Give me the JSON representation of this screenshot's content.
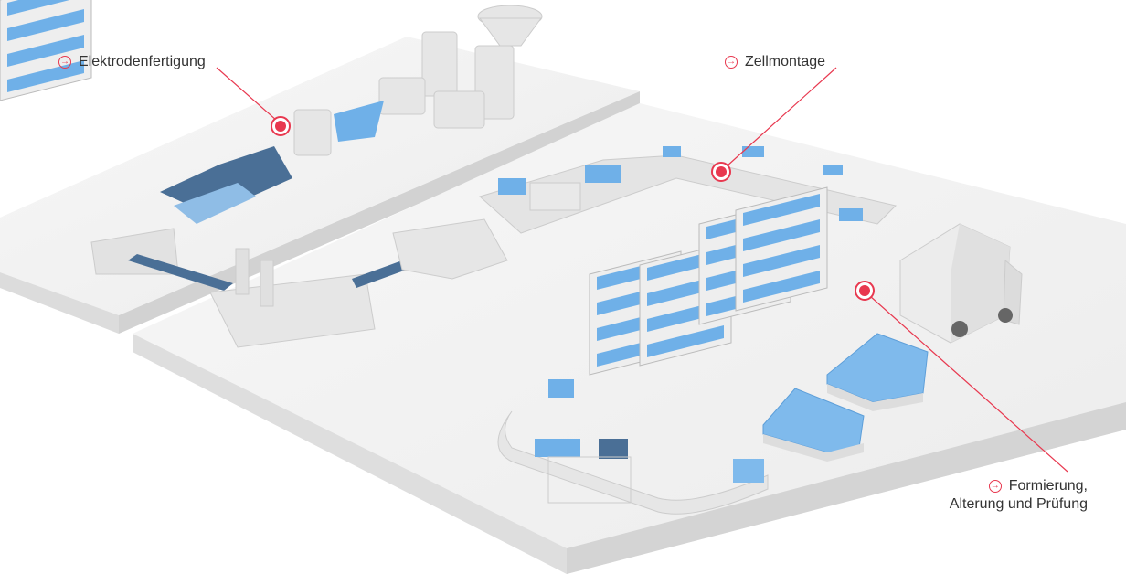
{
  "hotspots": [
    {
      "label": "Elektrodenfertigung"
    },
    {
      "label": "Zellmontage"
    },
    {
      "label_line1": "Formierung,",
      "label_line2": "Alterung und Prüfung"
    }
  ],
  "colors": {
    "accent": "#e8384f",
    "cell_blue": "#6fb0e8",
    "floor": "#f2f2f2"
  }
}
